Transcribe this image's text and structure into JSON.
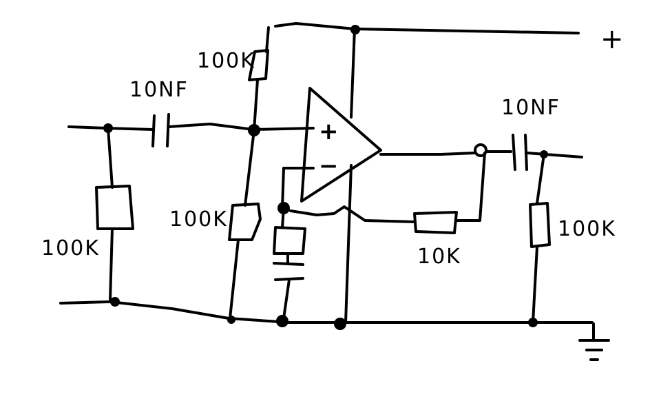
{
  "labels": {
    "r_input": "100K",
    "c_input": "10NF",
    "r_bias_top": "100K",
    "r_bias_bottom": "100K",
    "c_output": "10NF",
    "r_feedback": "10K",
    "r_output": "100K",
    "opamp_plus": "+",
    "opamp_minus": "−",
    "supply_plus": "+"
  }
}
